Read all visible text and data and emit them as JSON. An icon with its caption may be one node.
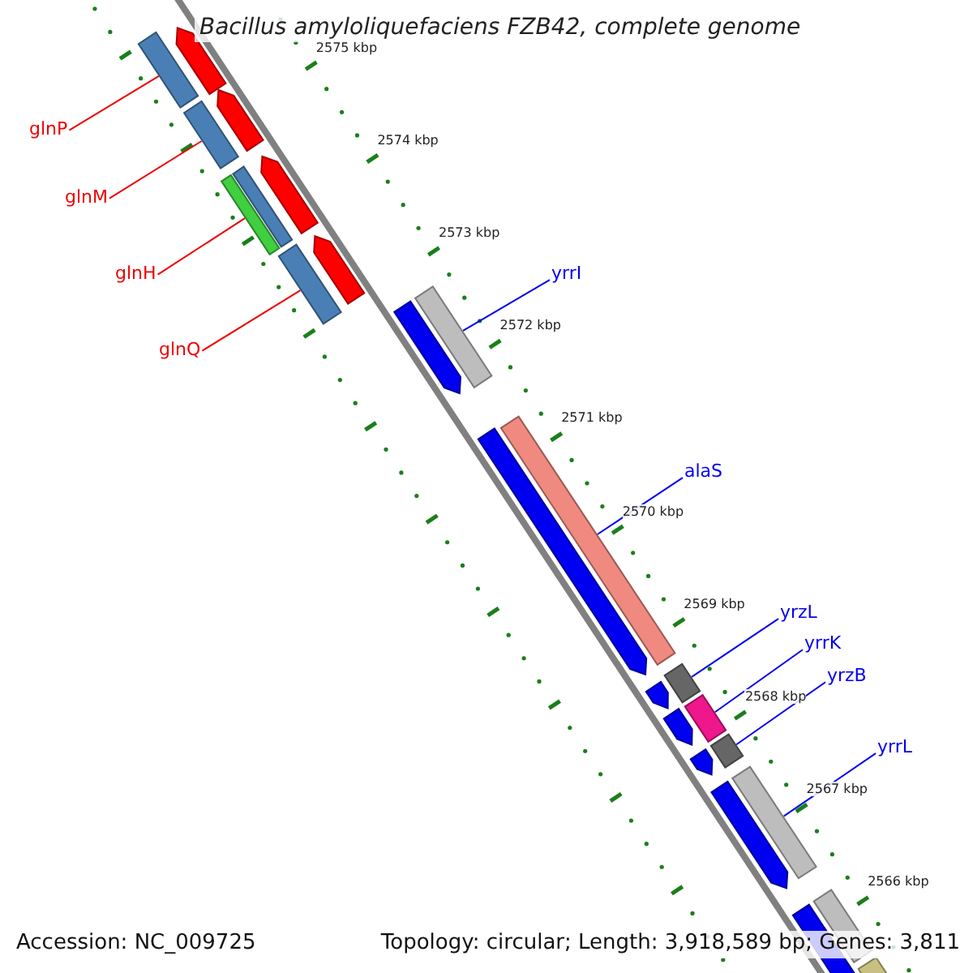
{
  "diagram": {
    "title": "Bacillus amyloliquefaciens FZB42, complete genome",
    "nodes": [
      {
        "text": [
          "glnP"
        ]
      },
      {
        "text": [],
        "shape": "bar"
      },
      {
        "text": [
          "glnM"
        ]
      },
      {
        "text": [],
        "shape": "bar"
      },
      {
        "text": [
          "glnH"
        ]
      },
      {
        "text": [],
        "shape": "bar"
      },
      {
        "text": [
          "glnQ"
        ]
      },
      {
        "text": [],
        "shape": "bar"
      },
      {
        "text": [
          "yrrI"
        ]
      },
      {
        "text": [],
        "shape": "bar"
      },
      {
        "text": [
          "alaS"
        ]
      },
      {
        "text": [],
        "shape": "bar"
      },
      {
        "text": [
          "yrzL"
        ]
      },
      {
        "text": [],
        "shape": "bar"
      },
      {
        "text": [
          "yrrK"
        ]
      },
      {
        "text": [],
        "shape": "bar"
      },
      {
        "text": [
          "yrzB"
        ]
      },
      {
        "text": [],
        "shape": "bar"
      },
      {
        "text": [
          "yrrL"
        ]
      },
      {
        "text": [],
        "shape": "bar"
      }
    ],
    "edges": [
      {
        "from": 0,
        "to": 1,
        "arrow": "none",
        "color": "#ee0000"
      },
      {
        "from": 2,
        "to": 3,
        "arrow": "none",
        "color": "#ee0000"
      },
      {
        "from": 4,
        "to": 5,
        "arrow": "none",
        "color": "#ee0000"
      },
      {
        "from": 6,
        "to": 7,
        "arrow": "none",
        "color": "#ee0000"
      },
      {
        "from": 8,
        "to": 9,
        "arrow": "none"
      },
      {
        "from": 10,
        "to": 11,
        "arrow": "none"
      },
      {
        "from": 12,
        "to": 13,
        "arrow": "none"
      },
      {
        "from": 14,
        "to": 15,
        "arrow": "none"
      },
      {
        "from": 16,
        "to": 17,
        "arrow": "none"
      },
      {
        "from": 18,
        "to": 19,
        "arrow": "none"
      }
    ],
    "labels": [
      "2575 kbp",
      "2574 kbp",
      "2573 kbp",
      "2572 kbp",
      "2571 kbp",
      "2570 kbp",
      "2569 kbp",
      "2568 kbp",
      "2567 kbp",
      "2566 kbp",
      "Accession: NC_009725",
      "Topology: circular; Length: 3,918,589 bp; Genes: 3,811"
    ]
  }
}
